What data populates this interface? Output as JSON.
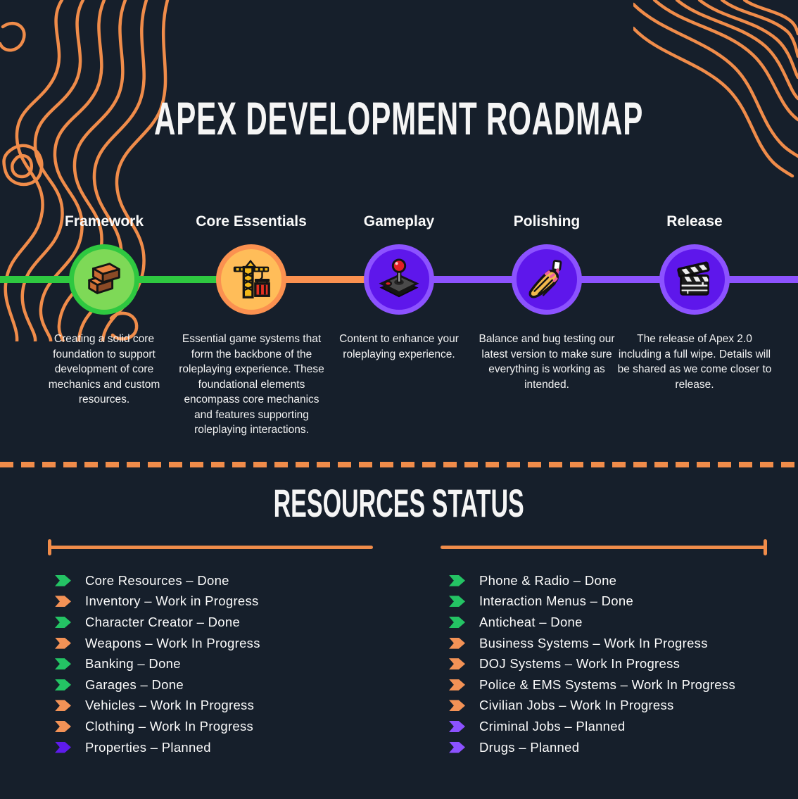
{
  "page": {
    "background": "#161f2b",
    "accent_orange": "#f08c4a"
  },
  "header": {
    "title": "APEX DEVELOPMENT ROADMAP"
  },
  "timeline": {
    "stages": [
      {
        "label": "Framework",
        "icon": "bricks-icon",
        "ring": "#2ec840",
        "fill": "#7ed957",
        "line": "#2ec840",
        "description": "Creating a solid core foundation to support development of core mechanics and custom resources."
      },
      {
        "label": "Core Essentials",
        "icon": "construction-crane-icon",
        "ring": "#fb9150",
        "fill": "#ffbd59",
        "line": "#fb9150",
        "description": "Essential game systems that form the backbone of the roleplaying experience. These foundational elements encompass core mechanics and features supporting  roleplaying interactions."
      },
      {
        "label": "Gameplay",
        "icon": "joystick-icon",
        "ring": "#8c52ff",
        "fill": "#5e17eb",
        "line": "#8c52ff",
        "description": "Content to enhance your roleplaying experience."
      },
      {
        "label": "Polishing",
        "icon": "nail-polish-icon",
        "ring": "#8c52ff",
        "fill": "#5e17eb",
        "line": "#8c52ff",
        "description": "Balance and bug testing our latest version to make sure everything is working as intended."
      },
      {
        "label": "Release",
        "icon": "clapperboard-icon",
        "ring": "#8c52ff",
        "fill": "#5e17eb",
        "line": "#8c52ff",
        "description": "The release of Apex 2.0 including a full wipe. Details will be shared as we come closer to release."
      }
    ]
  },
  "resources": {
    "title": "RESOURCES STATUS",
    "separator": "–",
    "status_colors": {
      "done": "#24c364",
      "work_in_progress": "#f39256",
      "planned": "#5e1beb",
      "planned_light": "#8c52ff"
    },
    "columns": [
      [
        {
          "name": "Core Resources",
          "status": "Done",
          "color": "#24c364"
        },
        {
          "name": "Inventory",
          "status": "Work in Progress",
          "color": "#f39256"
        },
        {
          "name": "Character Creator",
          "status": "Done",
          "color": "#24c364"
        },
        {
          "name": "Weapons",
          "status": "Work In Progress",
          "color": "#f39256"
        },
        {
          "name": "Banking",
          "status": "Done",
          "color": "#24c364"
        },
        {
          "name": "Garages",
          "status": "Done",
          "color": "#24c364"
        },
        {
          "name": "Vehicles",
          "status": "Work In Progress",
          "color": "#f39256"
        },
        {
          "name": "Clothing",
          "status": "Work In Progress",
          "color": "#f39256"
        },
        {
          "name": "Properties",
          "status": "Planned",
          "color": "#5e1beb"
        }
      ],
      [
        {
          "name": "Phone & Radio",
          "status": "Done",
          "color": "#24c364"
        },
        {
          "name": "Interaction Menus",
          "status": "Done",
          "color": "#24c364"
        },
        {
          "name": "Anticheat",
          "status": "Done",
          "color": "#24c364"
        },
        {
          "name": "Business Systems",
          "status": "Work In Progress",
          "color": "#f39256"
        },
        {
          "name": "DOJ Systems",
          "status": "Work In Progress",
          "color": "#f39256"
        },
        {
          "name": "Police & EMS Systems",
          "status": "Work In Progress",
          "color": "#f39256"
        },
        {
          "name": "Civilian Jobs",
          "status": "Work In Progress",
          "color": "#f39256"
        },
        {
          "name": "Criminal Jobs",
          "status": "Planned",
          "color": "#8c52ff"
        },
        {
          "name": "Drugs",
          "status": "Planned",
          "color": "#8c52ff"
        }
      ]
    ]
  }
}
